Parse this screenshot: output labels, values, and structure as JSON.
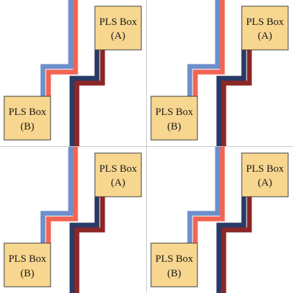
{
  "colors": {
    "background": "#ffffff",
    "grid_line": "#c8c8c8",
    "box_fill": "#f7d68f",
    "box_border": "#3a3a3a",
    "wire_light_blue": "#6e8fcc",
    "wire_red": "#f26553",
    "wire_navy": "#283a66",
    "wire_dark_red": "#8c2626"
  },
  "panels": [
    {
      "box_a": {
        "line1": "PLS Box",
        "line2": "(A)"
      },
      "box_b": {
        "line1": "PLS Box",
        "line2": "(B)"
      }
    },
    {
      "box_a": {
        "line1": "PLS Box",
        "line2": "(A)"
      },
      "box_b": {
        "line1": "PLS Box",
        "line2": "(B)"
      }
    },
    {
      "box_a": {
        "line1": "PLS Box",
        "line2": "(A)"
      },
      "box_b": {
        "line1": "PLS Box",
        "line2": "(B)"
      }
    },
    {
      "box_a": {
        "line1": "PLS Box",
        "line2": "(A)"
      },
      "box_b": {
        "line1": "PLS Box",
        "line2": "(B)"
      }
    }
  ]
}
